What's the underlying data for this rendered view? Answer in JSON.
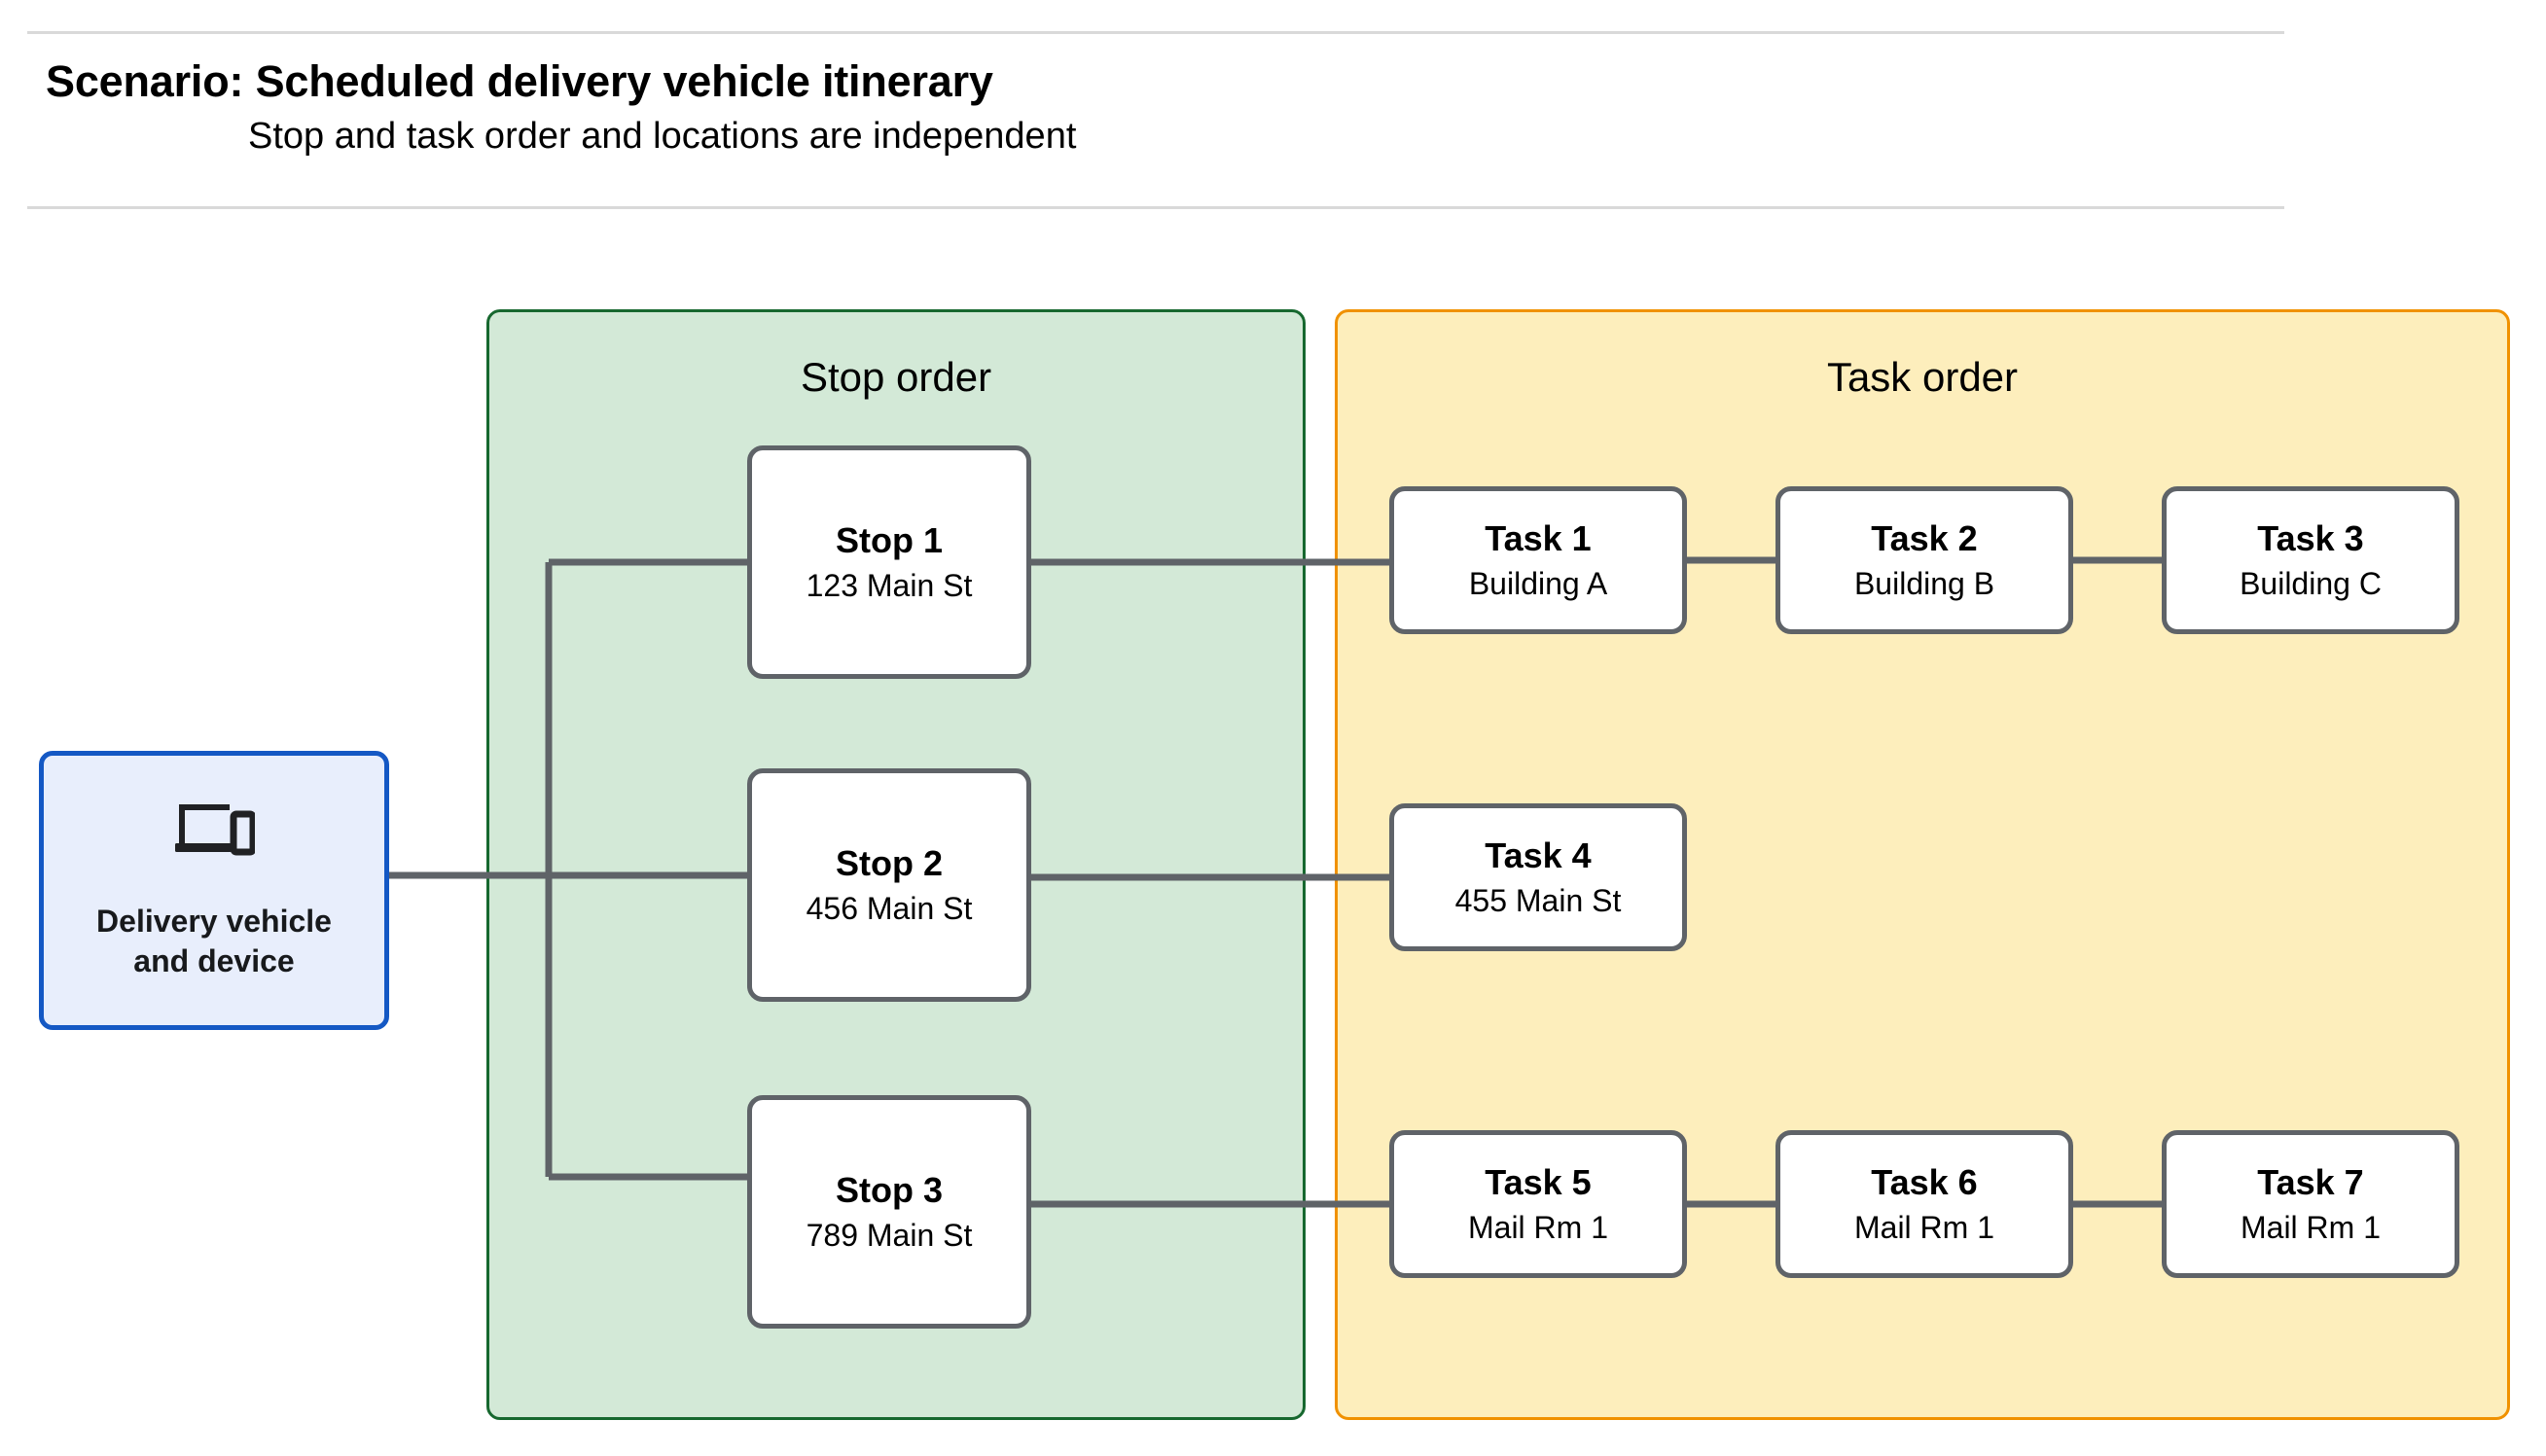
{
  "header": {
    "title": "Scenario: Scheduled delivery vehicle itinerary",
    "subtitle": "Stop and task order and locations are independent"
  },
  "source_node": {
    "icon": "devices-icon",
    "label_line1": "Delivery vehicle",
    "label_line2": "and device"
  },
  "stop_panel": {
    "title": "Stop order",
    "stops": [
      {
        "title": "Stop 1",
        "location": "123 Main St"
      },
      {
        "title": "Stop 2",
        "location": "456 Main St"
      },
      {
        "title": "Stop 3",
        "location": "789 Main St"
      }
    ]
  },
  "task_panel": {
    "title": "Task order",
    "rows": [
      {
        "tasks": [
          {
            "title": "Task 1",
            "location": "Building A"
          },
          {
            "title": "Task 2",
            "location": "Building B"
          },
          {
            "title": "Task 3",
            "location": "Building C"
          }
        ]
      },
      {
        "tasks": [
          {
            "title": "Task 4",
            "location": "455 Main St"
          }
        ]
      },
      {
        "tasks": [
          {
            "title": "Task 5",
            "location": "Mail Rm 1"
          },
          {
            "title": "Task 6",
            "location": "Mail Rm 1"
          },
          {
            "title": "Task 7",
            "location": "Mail Rm 1"
          }
        ]
      }
    ]
  },
  "colors": {
    "stop_panel_fill": "#d3e9d7",
    "stop_panel_border": "#17682f",
    "task_panel_fill": "#fdeebc",
    "task_panel_border": "#f09100",
    "device_fill": "#e8eefc",
    "device_border": "#1458c4",
    "card_border": "#5f6368",
    "connector": "#5f6368",
    "rule": "#d9d9d9"
  }
}
